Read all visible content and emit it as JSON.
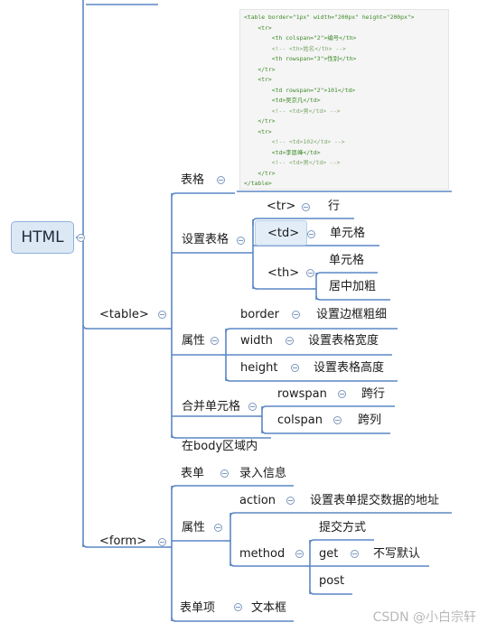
{
  "root": "HTML",
  "nodes": {
    "table": "<table>",
    "biaoge": "表格",
    "shezhi_biaoge": "设置表格",
    "tr": "<tr>",
    "tr_desc": "行",
    "td": "<td>",
    "td_desc": "单元格",
    "th": "<th>",
    "th_desc1": "单元格",
    "th_desc2": "居中加粗",
    "shuxing": "属性",
    "border": "border",
    "border_desc": "设置边框粗细",
    "width": "width",
    "width_desc": "设置表格宽度",
    "height": "height",
    "height_desc": "设置表格高度",
    "hebing": "合并单元格",
    "rowspan": "rowspan",
    "rowspan_desc": "跨行",
    "colspan": "colspan",
    "colspan_desc": "跨列",
    "body_area": "在body区域内",
    "form": "<form>",
    "biaodan": "表单",
    "luru": "录入信息",
    "form_shuxing": "属性",
    "action": "action",
    "action_desc": "设置表单提交数据的地址",
    "method": "method",
    "tijiao": "提交方式",
    "get": "get",
    "get_desc": "不写默认",
    "post": "post",
    "biaodanxiang": "表单项",
    "wenbenkuang": "文本框"
  },
  "code_lines": [
    "<table border=\"1px\" width=\"200px\" height=\"200px\">",
    "    <tr>",
    "        <th colspan=\"2\">编号</th>",
    "        <!-- <th>姓名</th> -->",
    "        <th rowspan=\"3\">性别</th>",
    "    </tr>",
    "    <tr>",
    "        <td rowspan=\"2\">101</td>",
    "        <td>吴京凡</td>",
    "        <!-- <td>男</td> -->",
    "    </tr>",
    "    <tr>",
    "        <!-- <td>102</td> -->",
    "        <td>李恩峰</td>",
    "        <!-- <td>男</td> -->",
    "    </tr>",
    "</table>"
  ],
  "watermark": "CSDN @小白宗轩",
  "colors": {
    "line": "#5b87c5",
    "root_fill": "#dde8f5",
    "code_text": "#3f8a2a"
  }
}
